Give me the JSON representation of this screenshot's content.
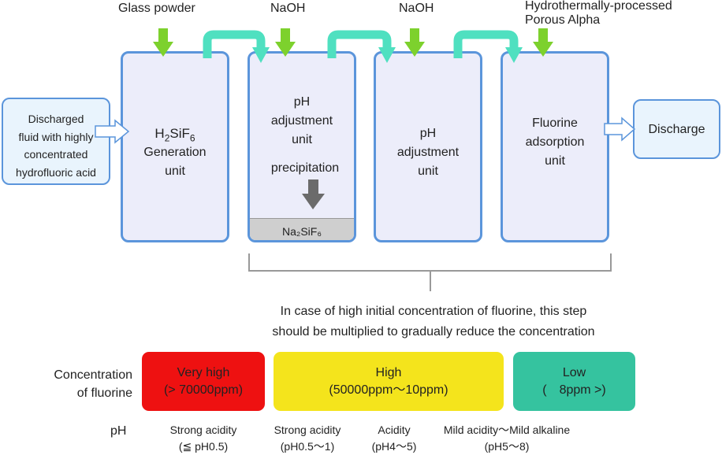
{
  "top_labels": {
    "glass": "Glass powder",
    "naoh1": "NaOH",
    "naoh2": "NaOH",
    "hydro_line1": "Hydrothermally-processed",
    "hydro_line2": "Porous Alpha"
  },
  "input_box": {
    "line1": "Discharged",
    "line2": "fluid with highly",
    "line3": "concentrated",
    "line4": "hydrofluoric acid"
  },
  "unit1": {
    "formula_h": "H",
    "formula_sub2": "2",
    "formula_sif": "SiF",
    "formula_sub6": "6",
    "line2": "Generation",
    "line3": "unit"
  },
  "unit2": {
    "line1": "pH",
    "line2": "adjustment",
    "line3": "unit",
    "precipitation": "precipitation",
    "precipitate": "Na₂SiF₆"
  },
  "unit3": {
    "line1": "pH",
    "line2": "adjustment",
    "line3": "unit"
  },
  "unit4": {
    "line1": "Fluorine",
    "line2": "adsorption",
    "line3": "unit"
  },
  "output_box": {
    "label": "Discharge"
  },
  "note": {
    "line1": "In case of high initial concentration of fluorine, this step",
    "line2": "should be multiplied to gradually reduce the concentration"
  },
  "concentration": {
    "label_line1": "Concentration",
    "label_line2": "of fluorine",
    "very_high_1": "Very high",
    "very_high_2": "(> 70000ppm)",
    "high_1": "High",
    "high_2": "(50000ppm～10ppm)",
    "low_1": "Low",
    "low_2": "(　8ppm >)"
  },
  "ph": {
    "label": "pH",
    "c1_line1": "Strong acidity",
    "c1_line2": "(≦ pH0.5)",
    "c2_line1": "Strong acidity",
    "c2_line2": "(pH0.5～1)",
    "c3_line1": "Acidity",
    "c3_line2": "(pH4～5)",
    "c4_line1": "Mild acidity～Mild alkaline",
    "c4_line2": "(pH5～8)"
  },
  "colors": {
    "box_fill": "#ecedfa",
    "box_border": "#5b95db",
    "green_arrow": "#7dd12d",
    "teal_connector": "#4fe0c0",
    "very_high": "#ee1111",
    "high": "#f4e41c",
    "low": "#35c39f",
    "gray_arrow": "#6b6b6b",
    "precipitate_fill": "#cfcfcf"
  }
}
